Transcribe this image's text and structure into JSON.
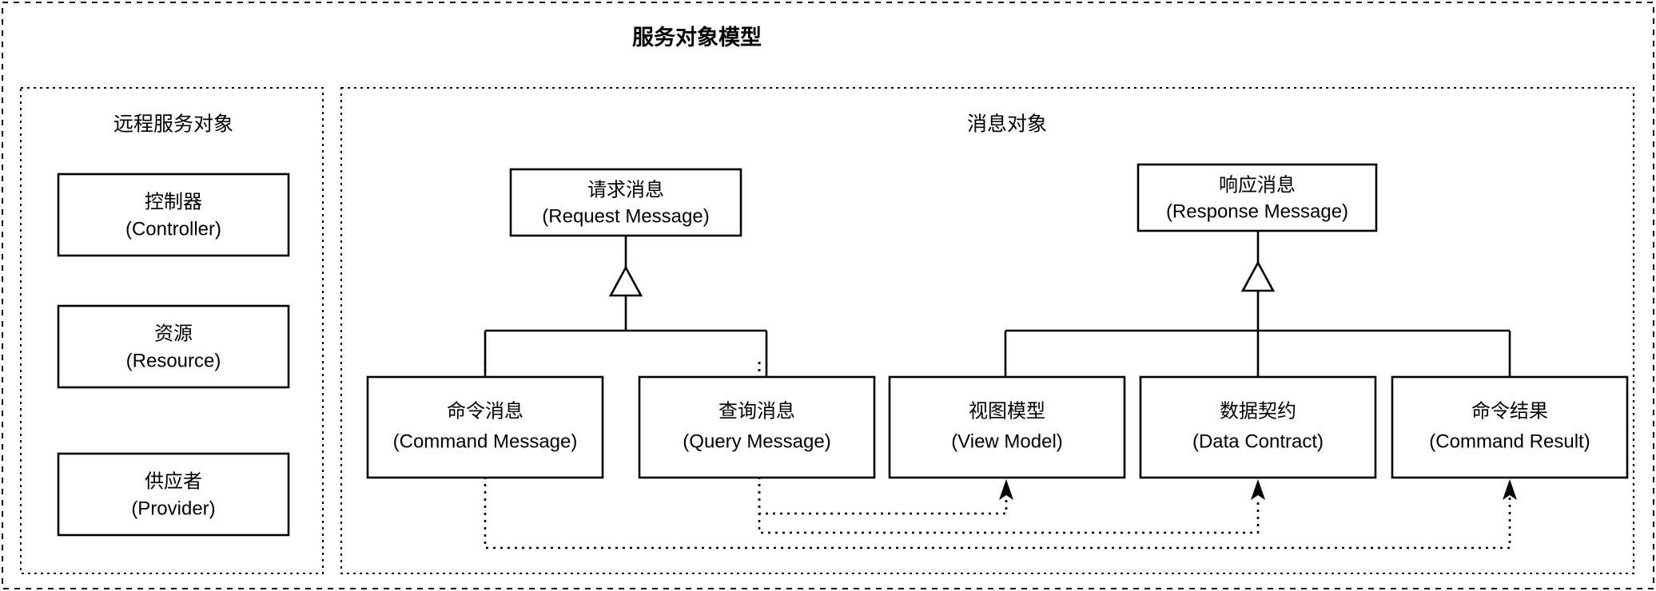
{
  "diagram": {
    "title": "服务对象模型",
    "groups": [
      {
        "id": "remote-service-objects",
        "title": "远程服务对象"
      },
      {
        "id": "message-objects",
        "title": "消息对象"
      }
    ],
    "nodes": {
      "controller": {
        "cn": "控制器",
        "en": "(Controller)"
      },
      "resource": {
        "cn": "资源",
        "en": "(Resource)"
      },
      "provider": {
        "cn": "供应者",
        "en": "(Provider)"
      },
      "request": {
        "cn": "请求消息",
        "en": "(Request Message)"
      },
      "response": {
        "cn": "响应消息",
        "en": "(Response Message)"
      },
      "command_message": {
        "cn": "命令消息",
        "en": "(Command Message)"
      },
      "query_message": {
        "cn": "查询消息",
        "en": "(Query Message)"
      },
      "view_model": {
        "cn": "视图模型",
        "en": "(View Model)"
      },
      "data_contract": {
        "cn": "数据契约",
        "en": "(Data Contract)"
      },
      "command_result": {
        "cn": "命令结果",
        "en": "(Command Result)"
      }
    },
    "relations": [
      {
        "id": "gen-command-request",
        "type": "generalization",
        "from": "command_message",
        "to": "request"
      },
      {
        "id": "gen-query-request",
        "type": "generalization",
        "from": "query_message",
        "to": "request"
      },
      {
        "id": "gen-viewmodel-response",
        "type": "generalization",
        "from": "view_model",
        "to": "response"
      },
      {
        "id": "gen-datacontract-response",
        "type": "generalization",
        "from": "data_contract",
        "to": "response"
      },
      {
        "id": "gen-commandresult-response",
        "type": "generalization",
        "from": "command_result",
        "to": "response"
      },
      {
        "id": "dep-query-viewmodel",
        "type": "dependency",
        "from": "query_message",
        "to": "view_model"
      },
      {
        "id": "dep-query-datacontract",
        "type": "dependency",
        "from": "query_message",
        "to": "data_contract"
      },
      {
        "id": "dep-command-commandresult",
        "type": "dependency",
        "from": "command_message",
        "to": "command_result"
      }
    ],
    "colors": {
      "stroke": "#000000",
      "fill": "#ffffff",
      "background": "#ffffff"
    }
  }
}
